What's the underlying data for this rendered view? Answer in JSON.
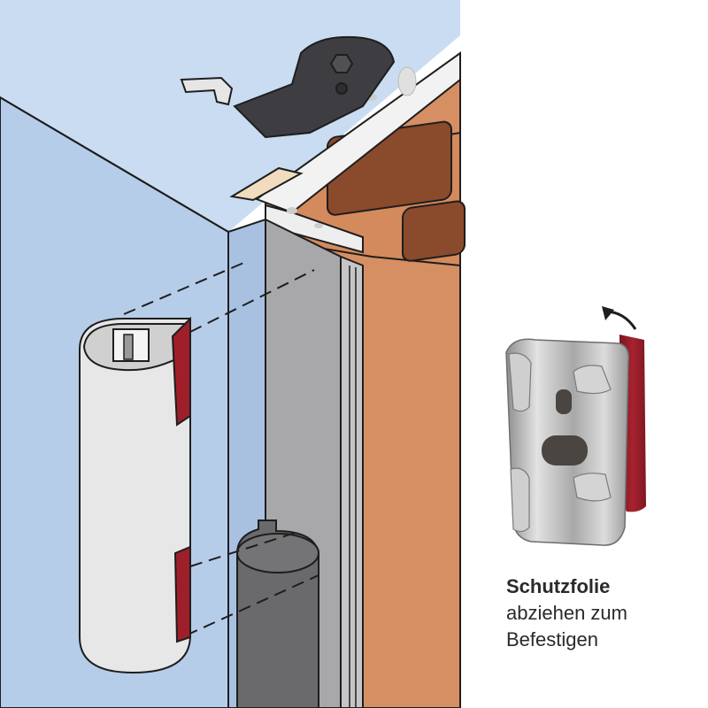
{
  "caption": {
    "bold": "Schutzfolie",
    "line1": "abziehen zum",
    "line2": "Befestigen"
  },
  "colors": {
    "wall_blue": "#c8dcf2",
    "wall_blue_dark": "#b4cbe8",
    "brick_orange": "#d68f62",
    "brick_hole": "#8a4a2c",
    "profile_gray": "#a9a9ab",
    "guard_white": "#e8e8e8",
    "film_red": "#9e1f2a",
    "clip_steel": "#b8b8b8",
    "adhesive_dark": "#4a4540",
    "outline": "#1e1e1e"
  },
  "icons": [
    "peel-arrow-icon"
  ]
}
